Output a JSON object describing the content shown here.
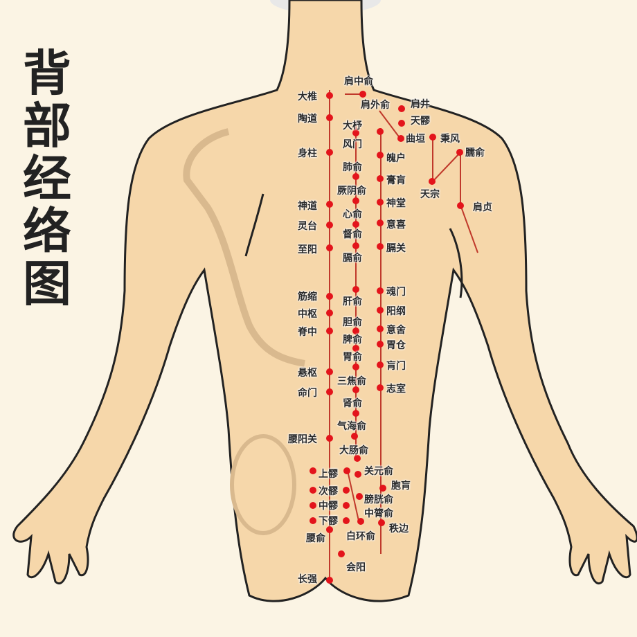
{
  "title": [
    "背",
    "部",
    "经",
    "络",
    "图"
  ],
  "colors": {
    "skin": "#f6d7aa",
    "line": "#c0392b",
    "dot": "#e3141b",
    "outline": "#222222",
    "background": "#fbf4e4"
  },
  "governing_vessel": [
    "大椎",
    "陶道",
    "身柱",
    "神道",
    "灵台",
    "至阳",
    "筋缩",
    "中枢",
    "脊中",
    "悬枢",
    "命门",
    "腰阳关",
    "腰俞",
    "长强"
  ],
  "bladder_inner": [
    "肩中俞",
    "肩外俞",
    "大杼",
    "风门",
    "肺俞",
    "厥阴俞",
    "心俞",
    "督俞",
    "膈俞",
    "肝俞",
    "胆俞",
    "脾俞",
    "胃俞",
    "三焦俞",
    "肾俞",
    "气海俞",
    "大肠俞",
    "关元俞",
    "膀胱俞",
    "中膂俞",
    "白环俞",
    "会阳"
  ],
  "sacral": [
    "上髎",
    "次髎",
    "中髎",
    "下髎"
  ],
  "bladder_outer": [
    "魄户",
    "膏肓",
    "神堂",
    "意喜",
    "膈关",
    "魂门",
    "阳纲",
    "意舍",
    "胃仓",
    "肓门",
    "志室",
    "胞肓",
    "秩边"
  ],
  "shoulder": [
    "肩井",
    "天髎",
    "曲垣",
    "秉风",
    "臑俞",
    "天宗",
    "肩贞"
  ]
}
